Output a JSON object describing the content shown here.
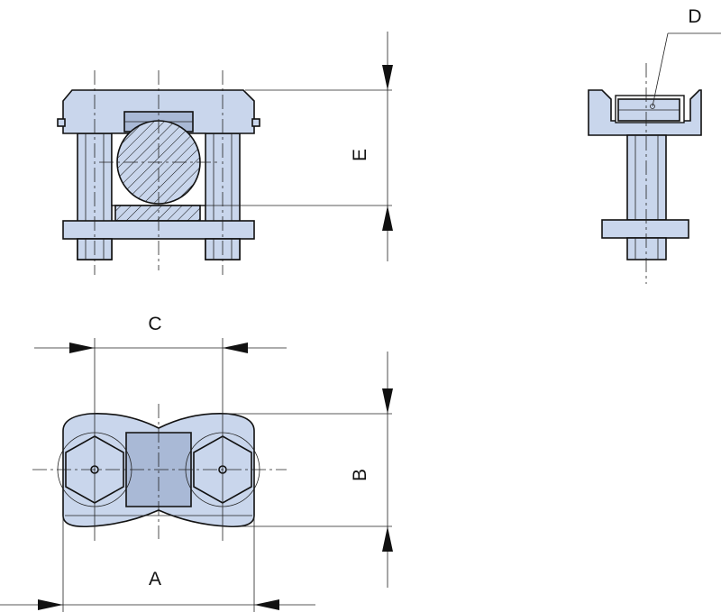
{
  "labels": {
    "A": "A",
    "B": "B",
    "C": "C",
    "D": "D",
    "E": "E"
  },
  "colors": {
    "part_fill": "#c9d6ec",
    "part_shade": "#a9b9d6",
    "outline": "#111111"
  }
}
